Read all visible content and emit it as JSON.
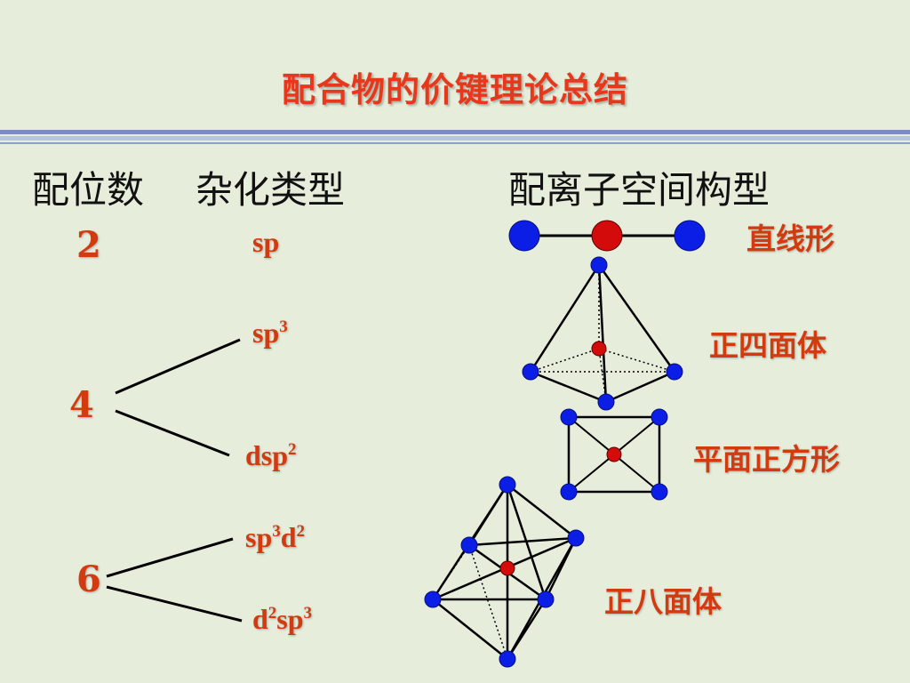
{
  "title": "配合物的价键理论总结",
  "headers": {
    "coordination": "配位数",
    "hybridization": "杂化类型",
    "geometry": "配离子空间构型"
  },
  "coordination_numbers": [
    "2",
    "4",
    "6"
  ],
  "hybridizations": [
    {
      "base": "sp",
      "sup": ""
    },
    {
      "base": "sp",
      "sup": "3"
    },
    {
      "base": "dsp",
      "sup": "2"
    },
    {
      "p1": "sp",
      "s1": "3",
      "p2": "d",
      "s2": "2"
    },
    {
      "p1": "d",
      "s1": "2",
      "p2": "sp",
      "s2": "3"
    }
  ],
  "geometries": [
    "直线形",
    "正四面体",
    "平面正方形",
    "正八面体"
  ],
  "colors": {
    "title": "#e8381c",
    "label": "#d23a10",
    "ligand_atom": "#0a1ee6",
    "central_atom": "#d40b0b",
    "background": "#e6eddb"
  }
}
